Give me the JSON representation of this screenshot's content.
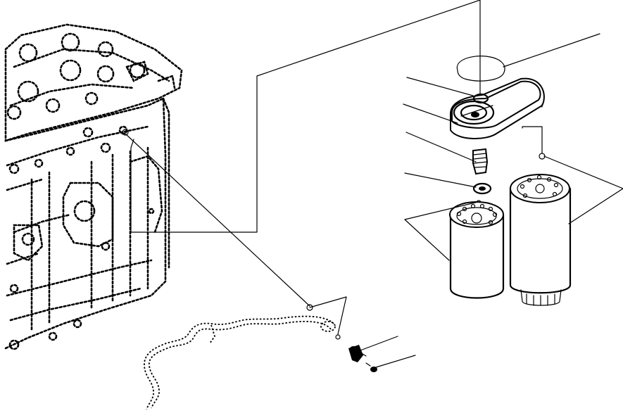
{
  "diagram": {
    "parts": [
      "engine-block",
      "fuel-filter-head",
      "filter-head-gasket",
      "filter-adapter-nipple",
      "adapter-washer",
      "spin-on-filter-short",
      "spin-on-filter-long",
      "drain-hose",
      "hose-fitting",
      "hose-clamp-bolt"
    ],
    "callout_count": 7,
    "colors": {
      "ink": "#000000",
      "paper": "#ffffff"
    }
  }
}
